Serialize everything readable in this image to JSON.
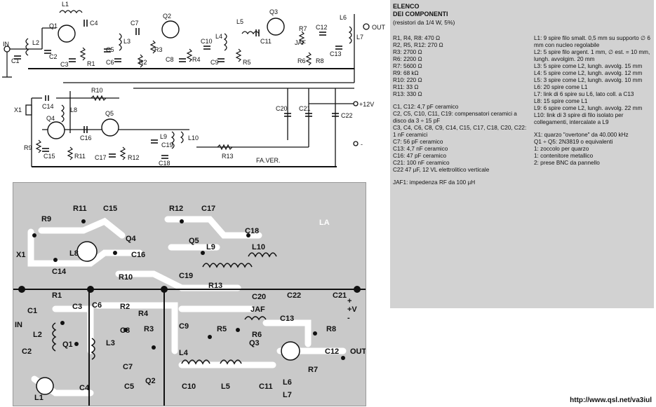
{
  "schematic": {
    "labels": [
      "IN",
      "C1",
      "L2",
      "C2",
      "L1",
      "Q1",
      "C3",
      "C4",
      "R1",
      "C5",
      "L3",
      "C6",
      "C7",
      "Q2",
      "R2",
      "R3",
      "C8",
      "R4",
      "C10",
      "L4",
      "C9",
      "R5",
      "L5",
      "C11",
      "Q3",
      "R7",
      "JAF",
      "R6",
      "C12",
      "R8",
      "C13",
      "L6",
      "L7",
      "OUT",
      "C14",
      "R10",
      "X1",
      "L8",
      "Q4",
      "Q5",
      "C16",
      "R9",
      "C15",
      "R11",
      "C17",
      "R12",
      "L9",
      "C19",
      "L10",
      "C18",
      "R13",
      "C20",
      "C21",
      "C22"
    ],
    "supply": "+12V",
    "minus": "-",
    "bus_label": "FA.VER."
  },
  "pcb": {
    "labels": [
      "R9",
      "R11",
      "C15",
      "R12",
      "C17",
      "Q4",
      "Q5",
      "L9",
      "L10",
      "C18",
      "X1",
      "L8",
      "C16",
      "C14",
      "R10",
      "C19",
      "R13",
      "C20",
      "C22",
      "C21",
      "R1",
      "C1",
      "C3",
      "C6",
      "R2",
      "R4",
      "C2",
      "L2",
      "Q1",
      "L3",
      "C8",
      "R3",
      "C9",
      "R5",
      "JAF",
      "C13",
      "R8",
      "L4",
      "R6",
      "Q3",
      "C12",
      "R7",
      "L1",
      "C4",
      "C5",
      "C7",
      "Q2",
      "C10",
      "L5",
      "C11",
      "L6",
      "L7",
      "OUT",
      "IN"
    ],
    "corner_label": "LA",
    "plus_v": "+V",
    "plus": "+",
    "minus": "-"
  },
  "parts_list": {
    "title_line1": "ELENCO",
    "title_line2": "DEI COMPONENTI",
    "note": "(resistori da 1/4 W, 5%)",
    "left": [
      "R1, R4, R8: 470 Ω",
      "R2, R5, R12: 270 Ω",
      "R3: 2700 Ω",
      "R6: 2200 Ω",
      "R7: 5600 Ω",
      "R9: 68 kΩ",
      "R10: 220 Ω",
      "R11: 33 Ω",
      "R13: 330 Ω",
      "",
      "C1, C12: 4,7 pF ceramico",
      "C2, C5, C10, C11, C19: compensatori ceramici a disco da 3 ÷ 15 pF",
      "C3, C4, C6, C8, C9, C14, C15, C17, C18, C20, C22: 1 nF ceramici",
      "C7: 56 pF ceramico",
      "C13: 4,7 nF ceramico",
      "C16: 47 pF ceramico",
      "C21: 100 nF ceramico",
      "C22 47 µF, 12 VL elettrolitico verticale",
      "",
      "JAF1: impedenza RF da 100 µH"
    ],
    "right": [
      "L1: 9 spire filo smalt. 0,5 mm su supporto ∅ 6 mm con nucleo regolabile",
      "L2: 5 spire filo argent. 1 mm, ∅ est. = 10 mm, lungh. avvolgim. 20 mm",
      "L3: 5 spire come L2, lungh. avvolg. 15 mm",
      "L4: 5 spire come L2, lungh. avvolg. 12 mm",
      "L5: 3 spire come L2, lungh. avvolg. 10 mm",
      "L6: 20 spire come L1",
      "L7: link di 6 spire su L6, lato coll. a C13",
      "L8: 15 spire come L1",
      "L9: 6 spire come L2, lungh. avvolg. 22 mm",
      "L10: link di 3 spire di filo isolato per collegamenti, intercalate a L9",
      "",
      "X1: quarzo \"overtone\" da 40.000 kHz",
      "Q1 ÷ Q5: 2N3819 o equivalenti",
      "1: zoccolo per quarzo",
      "1: contenitore metallico",
      "2: prese BNC da pannello"
    ]
  },
  "url": "http://www.qsl.net/va3iul"
}
